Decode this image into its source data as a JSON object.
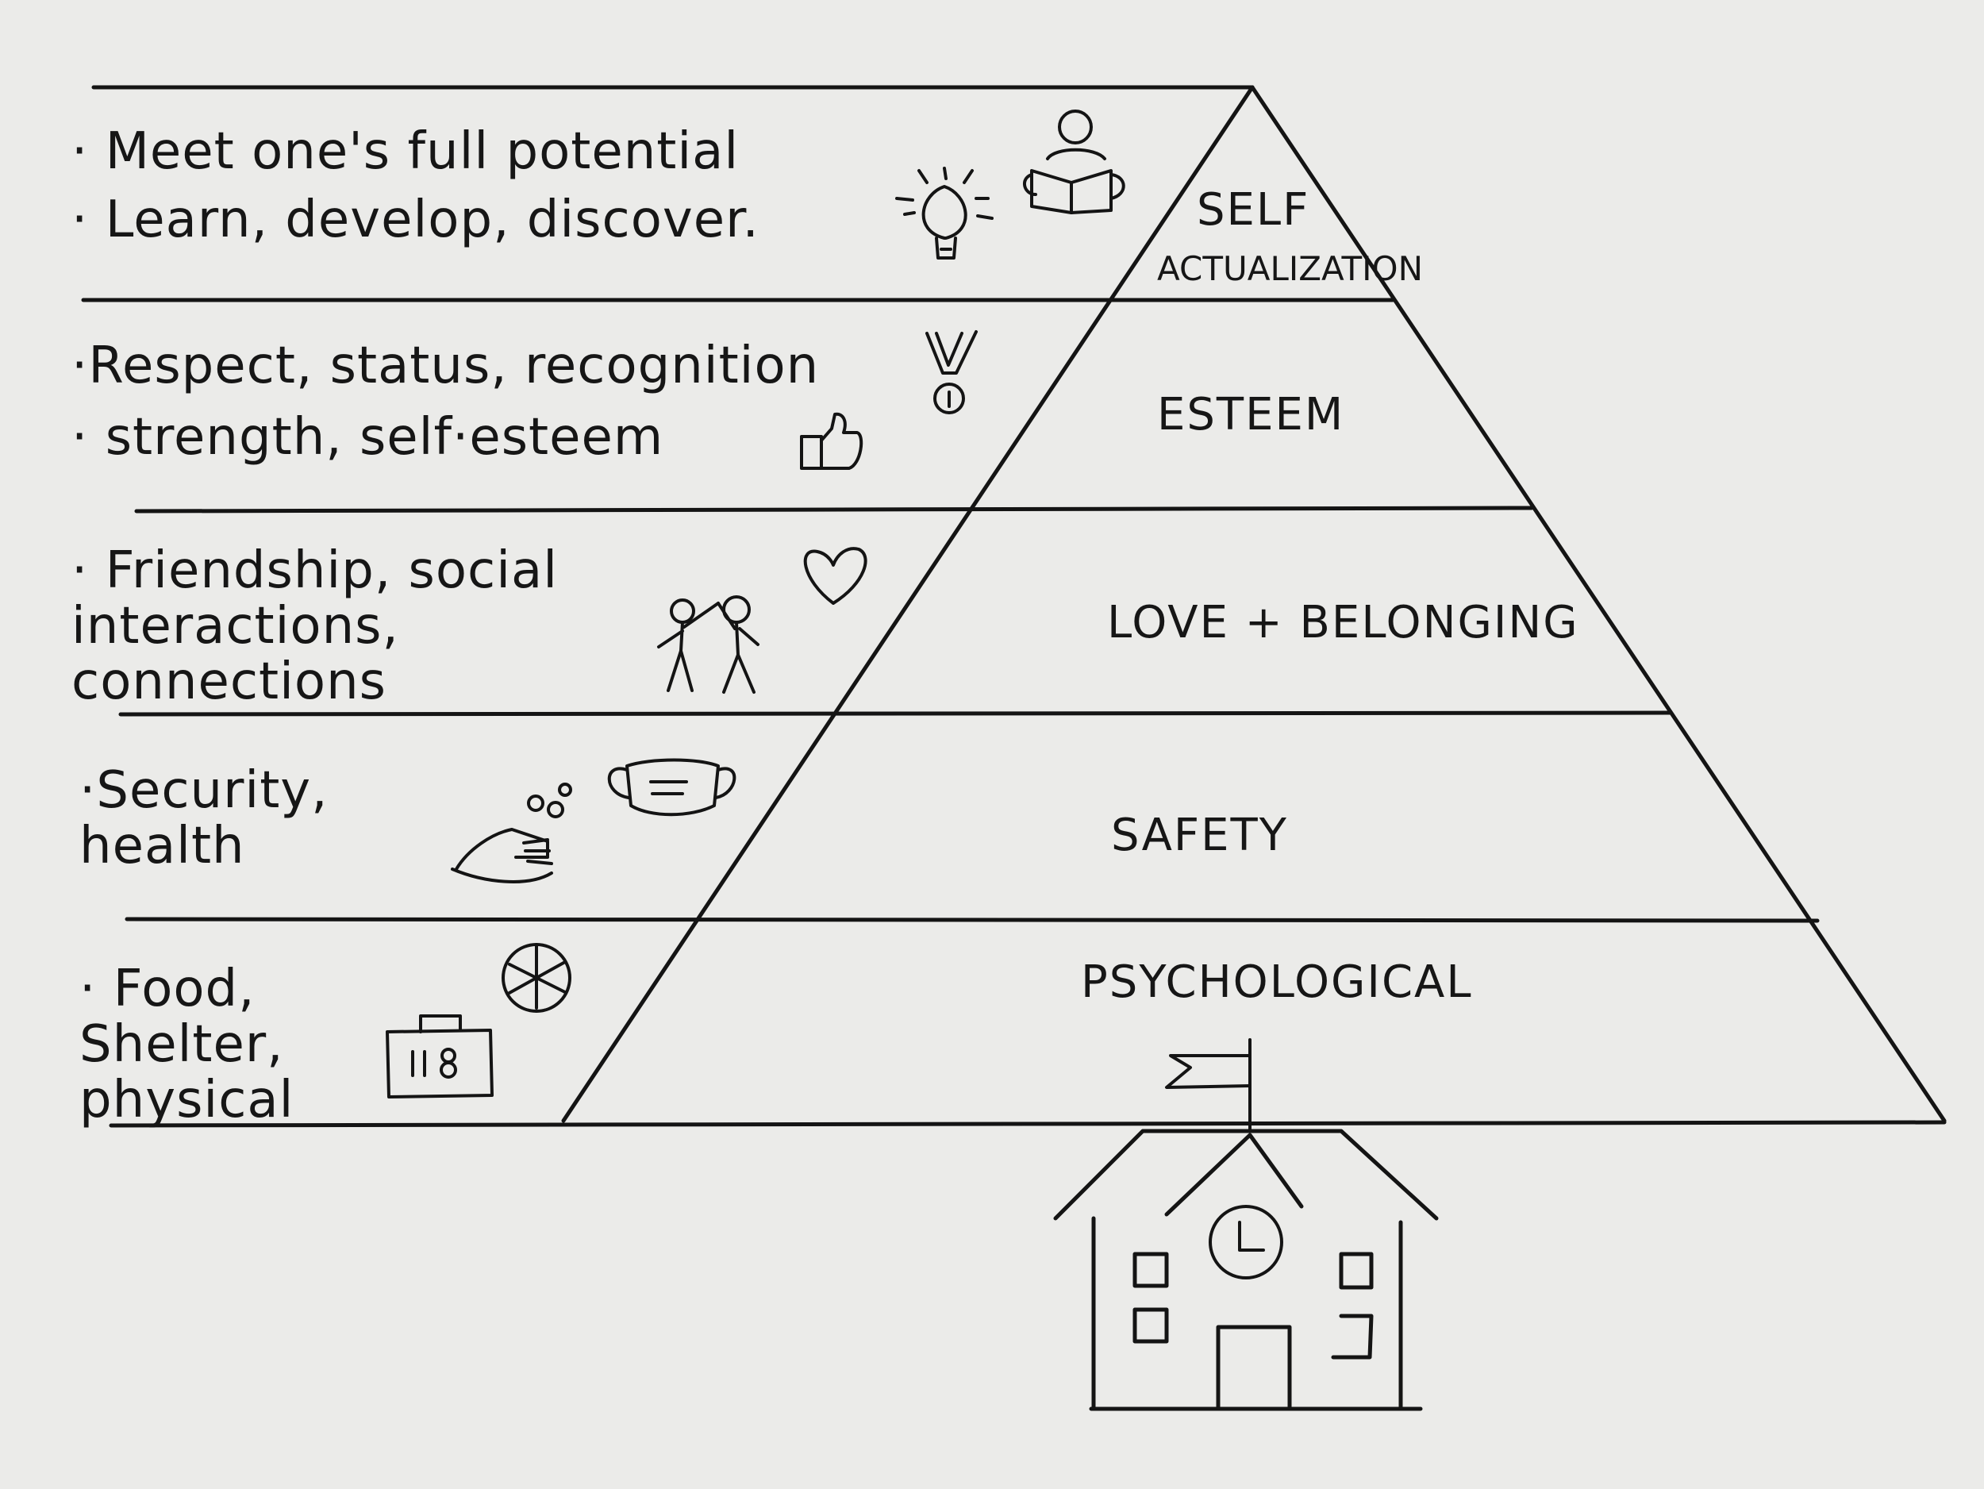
{
  "levels": [
    {
      "name_line1": "SELF",
      "name_line2": "ACTUALIZATION",
      "bullets": [
        "· Meet one's full potential",
        "· Learn, develop, discover."
      ]
    },
    {
      "name": "ESTEEM",
      "bullets": [
        "·Respect, status, recognition",
        "· strength, self·esteem"
      ]
    },
    {
      "name": "LOVE + BELONGING",
      "bullets": [
        "· Friendship, social",
        "  interactions,",
        "  connections"
      ]
    },
    {
      "name": "SAFETY",
      "bullets": [
        "·Security,",
        " health"
      ]
    },
    {
      "name": "PSYCHOLOGICAL",
      "bullets": [
        "· Food,",
        "  Shelter,",
        "  physical"
      ]
    }
  ],
  "icons": [
    "lightbulb-icon",
    "person-reading-icon",
    "medal-icon",
    "thumbs-up-icon",
    "heart-icon",
    "friends-high-five-icon",
    "face-mask-icon",
    "washing-hands-icon",
    "food-plate-icon",
    "lunchbox-icon",
    "school-building-icon",
    "flag-icon",
    "clock-icon"
  ],
  "colors": {
    "ink": "#141414",
    "paper": "#ebebe9"
  }
}
